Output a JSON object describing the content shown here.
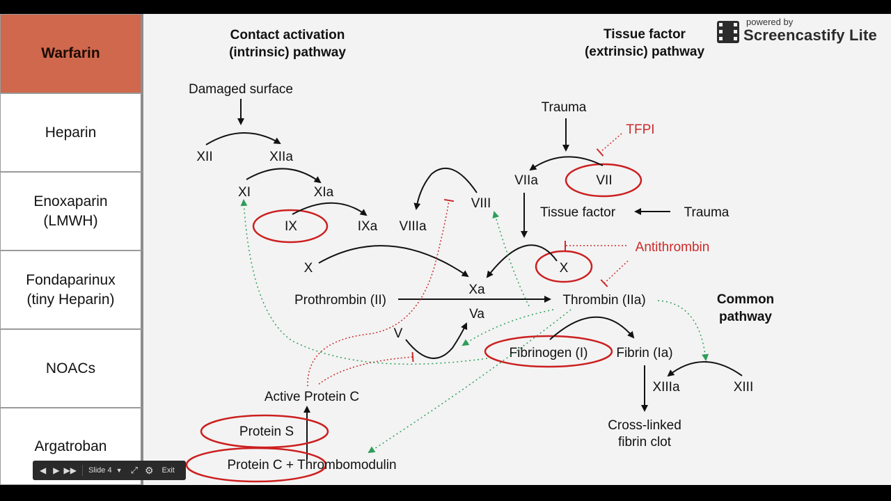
{
  "sidebar": {
    "items": [
      {
        "label": "Warfarin",
        "active": true
      },
      {
        "label": "Heparin",
        "active": false
      },
      {
        "label": "Enoxaparin\n(LMWH)",
        "active": false
      },
      {
        "label": "Fondaparinux\n(tiny Heparin)",
        "active": false
      },
      {
        "label": "NOACs",
        "active": false
      },
      {
        "label": "Argatroban",
        "active": false
      }
    ]
  },
  "headings": {
    "intrinsic_line1": "Contact activation",
    "intrinsic_line2": "(intrinsic) pathway",
    "extrinsic_line1": "Tissue factor",
    "extrinsic_line2": "(extrinsic) pathway",
    "common_line1": "Common",
    "common_line2": "pathway"
  },
  "nodes": {
    "damaged_surface": "Damaged surface",
    "xii": "XII",
    "xiia": "XIIa",
    "xi": "XI",
    "xia": "XIa",
    "ix": "IX",
    "ixa": "IXa",
    "viiia": "VIIIa",
    "viii": "VIII",
    "trauma_top": "Trauma",
    "tfpi": "TFPI",
    "viia": "VIIa",
    "vii": "VII",
    "tissue_factor": "Tissue factor",
    "trauma_right": "Trauma",
    "antithrombin": "Antithrombin",
    "x_left": "X",
    "x_right": "X",
    "xa": "Xa",
    "prothrombin": "Prothrombin (II)",
    "thrombin": "Thrombin (IIa)",
    "v": "V",
    "va": "Va",
    "fibrinogen": "Fibrinogen (I)",
    "fibrin": "Fibrin (Ia)",
    "xiiia": "XIIIa",
    "xiii": "XIII",
    "clot_line1": "Cross-linked",
    "clot_line2": "fibrin clot",
    "active_protein_c": "Active Protein C",
    "protein_s": "Protein S",
    "protein_c_tm": "Protein C + Thrombomodulin"
  },
  "watermark": {
    "small": "powered by",
    "big": "Screencastify Lite"
  },
  "player": {
    "slide_label": "Slide 4",
    "exit_label": "Exit"
  },
  "colors": {
    "active_tab": "#d0684d",
    "inhibitor_red": "#cc2a2a",
    "circle_red": "#cc1f1f",
    "dotted_green": "#2e9e5a"
  }
}
